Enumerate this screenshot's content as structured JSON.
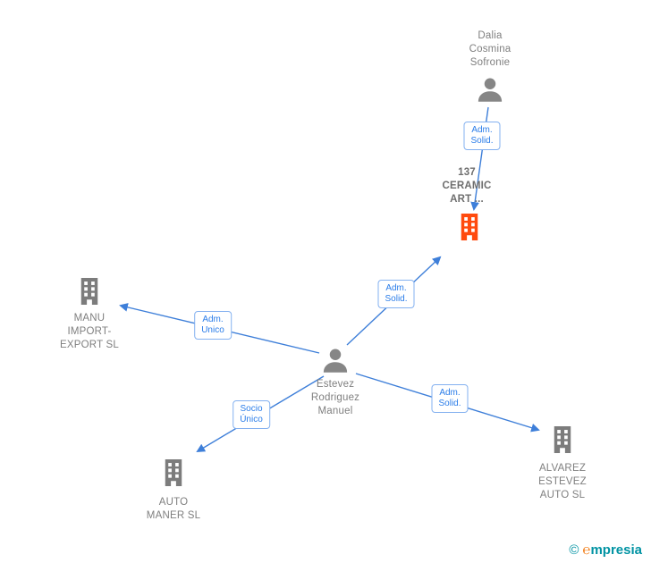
{
  "nodes": {
    "dalia": {
      "type": "person",
      "lines": [
        "Dalia",
        "Cosmina",
        "Sofronie"
      ]
    },
    "ceramic": {
      "type": "company",
      "highlighted": true,
      "lines": [
        "137",
        "CERAMIC",
        "ART ..."
      ]
    },
    "manu": {
      "type": "company",
      "lines": [
        "MANU",
        "IMPORT-",
        "EXPORT  SL"
      ]
    },
    "estevez": {
      "type": "person",
      "lines": [
        "Estevez",
        "Rodriguez",
        "Manuel"
      ]
    },
    "automaner": {
      "type": "company",
      "lines": [
        "AUTO",
        "MANER  SL"
      ]
    },
    "alvarez": {
      "type": "company",
      "lines": [
        "ALVAREZ",
        "ESTEVEZ",
        "AUTO SL"
      ]
    }
  },
  "edges": {
    "dalia_to_ceramic": {
      "label": [
        "Adm.",
        "Solid."
      ]
    },
    "estevez_to_ceramic": {
      "label": [
        "Adm.",
        "Solid."
      ]
    },
    "estevez_to_manu": {
      "label": [
        "Adm.",
        "Unico"
      ]
    },
    "estevez_to_automaner": {
      "label": [
        "Socio",
        "Único"
      ]
    },
    "estevez_to_alvarez": {
      "label": [
        "Adm.",
        "Solid."
      ]
    }
  },
  "footer": {
    "copyright": "©",
    "logo_e": "℮",
    "logo_rest": "mpresia"
  },
  "colors": {
    "edge_blue": "#3e7fd9",
    "badge_text_blue": "#2b7de9",
    "badge_border_blue": "#84b1f0",
    "node_gray": "#7c7c7c",
    "highlight_orange": "#ff4a0e",
    "label_gray": "#7f7f7f",
    "logo_teal": "#0093a3",
    "logo_orange": "#f2801e"
  }
}
